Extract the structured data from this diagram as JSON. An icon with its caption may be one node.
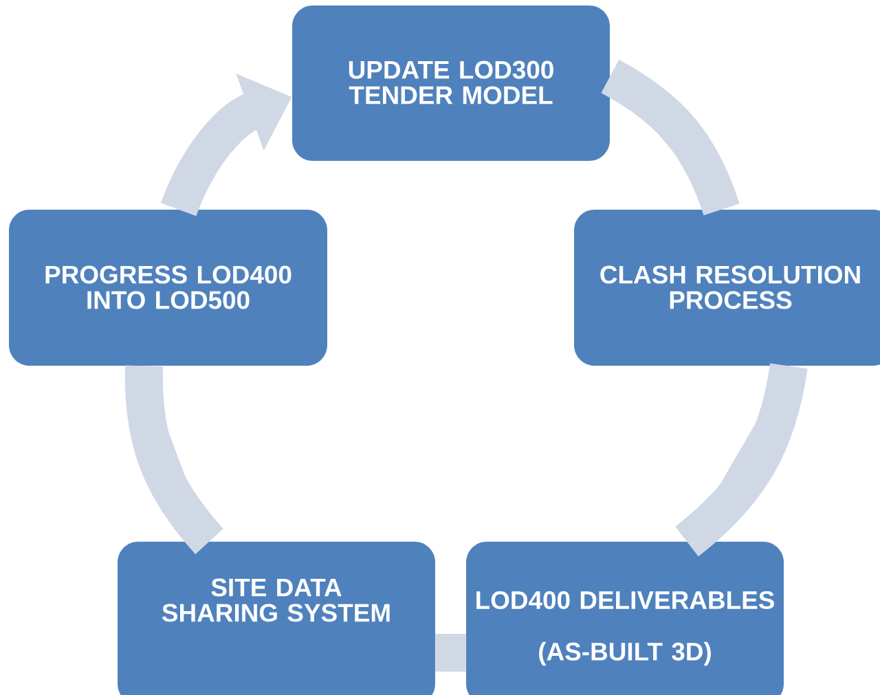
{
  "diagram": {
    "nodes": [
      {
        "text": [
          "UPDATE LOD300 TENDER MODEL"
        ]
      },
      {
        "text": [
          "CLASH RESOLUTION PROCESS"
        ]
      },
      {
        "text": [
          "LOD400 DELIVERABLES",
          "(AS-BUILT 3D)"
        ]
      },
      {
        "text": [
          "SITE DATA SHARING SYSTEM"
        ]
      },
      {
        "text": [
          "PROGRESS LOD400 INTO LOD500"
        ]
      }
    ],
    "edges": [
      {
        "from": 0,
        "to": 1,
        "arrow": "none"
      },
      {
        "from": 1,
        "to": 2,
        "arrow": "none"
      },
      {
        "from": 2,
        "to": 3,
        "arrow": "none"
      },
      {
        "from": 3,
        "to": 4,
        "arrow": "none"
      },
      {
        "from": 4,
        "to": 0,
        "arrow": "to"
      }
    ]
  }
}
